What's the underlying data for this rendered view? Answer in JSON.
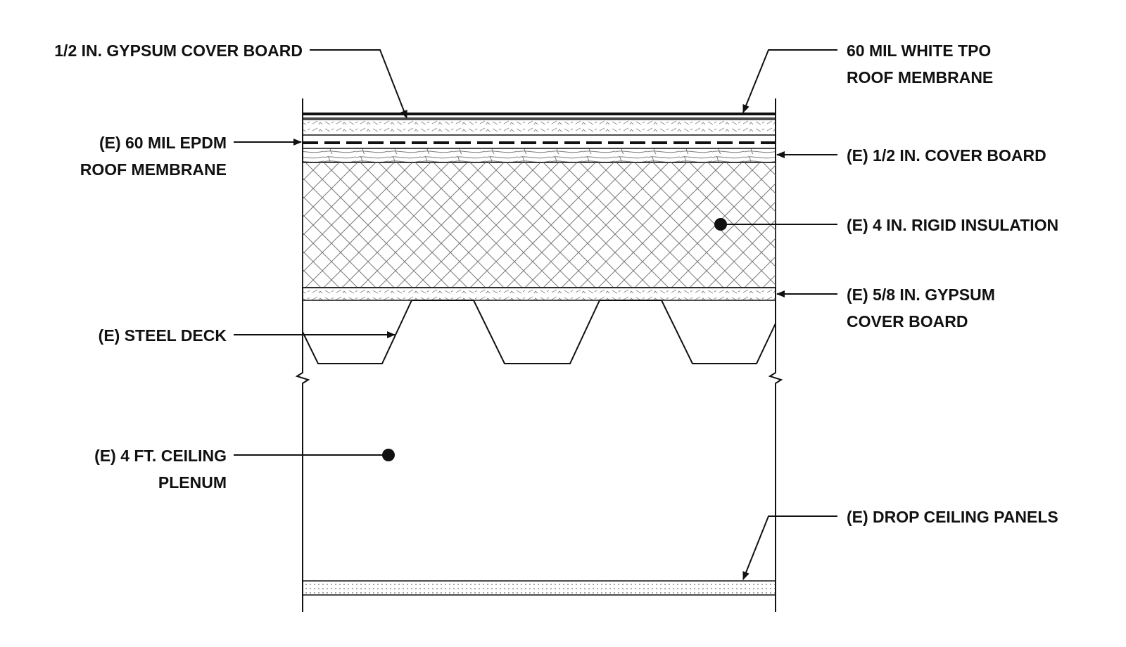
{
  "labels": {
    "gypsum_cover_board": [
      "1/2 IN. GYPSUM COVER BOARD"
    ],
    "tpo_membrane": [
      "60 MIL WHITE TPO",
      "ROOF MEMBRANE"
    ],
    "epdm_membrane": [
      "(E) 60 MIL EPDM",
      "ROOF MEMBRANE"
    ],
    "cover_board_half": [
      "(E) 1/2 IN. COVER BOARD"
    ],
    "rigid_insulation": [
      "(E) 4 IN. RIGID INSULATION"
    ],
    "gypsum_five_eighths": [
      "(E) 5/8 IN. GYPSUM",
      "COVER BOARD"
    ],
    "steel_deck": [
      "(E) STEEL DECK"
    ],
    "ceiling_plenum": [
      "(E) 4 FT. CEILING",
      "PLENUM"
    ],
    "drop_ceiling": [
      "(E) DROP CEILING PANELS"
    ]
  },
  "colors": {
    "ink": "#111111",
    "hatch": "#8a8a8a",
    "background": "#ffffff"
  }
}
